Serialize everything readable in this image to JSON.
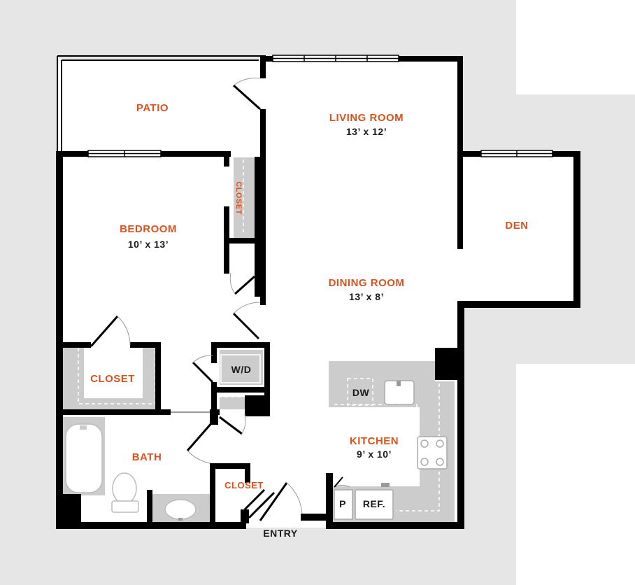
{
  "colors": {
    "label": "#d9531e",
    "wall": "#000000",
    "background": "#e6e6e6",
    "fixture": "#cccccc",
    "floor": "#ffffff"
  },
  "rooms": {
    "patio": {
      "name": "PATIO"
    },
    "living_room": {
      "name": "LIVING ROOM",
      "dimensions": "13’ x  12’"
    },
    "den": {
      "name": "DEN"
    },
    "bedroom": {
      "name": "BEDROOM",
      "dimensions": "10’ x 13’"
    },
    "bedroom_closet": {
      "name": "CLOSET"
    },
    "dining_room": {
      "name": "DINING ROOM",
      "dimensions": "13’ x 8’"
    },
    "walk_in_closet": {
      "name": "CLOSET"
    },
    "bath": {
      "name": "BATH"
    },
    "kitchen": {
      "name": "KITCHEN",
      "dimensions": "9’ x 10’"
    },
    "entry_closet": {
      "name": "CLOSET"
    }
  },
  "fixtures": {
    "washer_dryer": "W/D",
    "dishwasher": "DW",
    "pantry": "P",
    "refrigerator": "REF."
  },
  "entry_label": "ENTRY"
}
